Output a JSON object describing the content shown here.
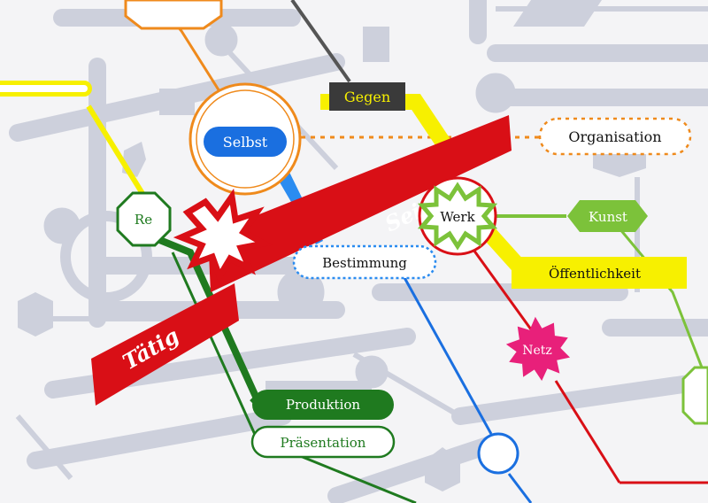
{
  "nodes": {
    "gegen": "Gegen",
    "selbst": "Selbst",
    "organisation": "Organisation",
    "re": "Re",
    "sein": "Sein",
    "werk": "Werk",
    "kunst": "Kunst",
    "bestimmung": "Bestimmung",
    "oeffentlichkeit": "Öffentlichkeit",
    "netz": "Netz",
    "taetig": "Tätig",
    "produktion": "Produktion",
    "praesentation": "Präsentation"
  },
  "colors": {
    "background": "#f4f4f6",
    "grey_shapes": "#cdd0dc",
    "red": "#d90f16",
    "yellow": "#f7f000",
    "orange": "#ef8a1c",
    "green_dark": "#1f7a1f",
    "green_light": "#7cc23a",
    "blue": "#1a6fe0",
    "blue_light": "#2b8cf0",
    "magenta": "#e8207a",
    "charcoal": "#444444"
  }
}
